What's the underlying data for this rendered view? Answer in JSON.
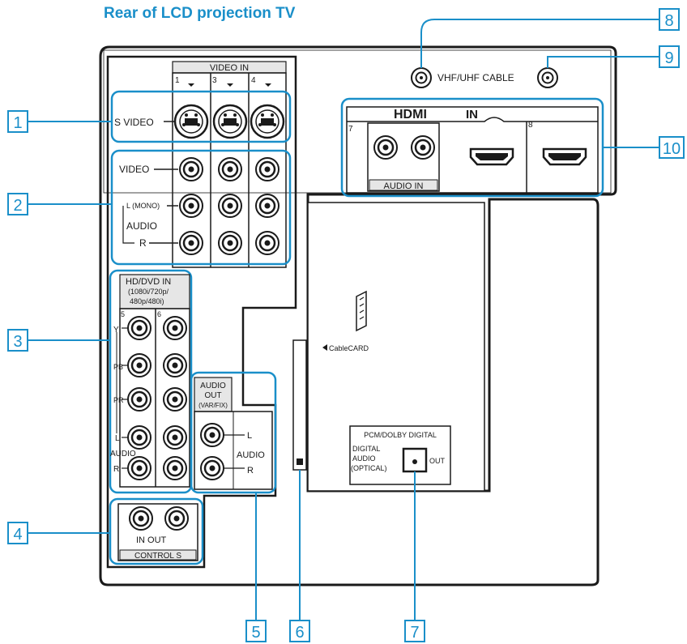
{
  "title": "Rear of LCD projection TV",
  "callouts": [
    "1",
    "2",
    "3",
    "4",
    "5",
    "6",
    "7",
    "8",
    "9",
    "10"
  ],
  "labels": {
    "video_in": "VIDEO IN",
    "video_in_1": "1",
    "video_in_3": "3",
    "video_in_4": "4",
    "s_video": "S VIDEO",
    "video": "VIDEO",
    "l_mono": "L (MONO)",
    "audio": "AUDIO",
    "r": "R",
    "vhf_uhf": "VHF/UHF CABLE",
    "hdmi": "HDMI",
    "in": "IN",
    "hdmi_7": "7",
    "hdmi_8": "8",
    "audio_in": "AUDIO IN",
    "hd_dvd_in": "HD/DVD IN",
    "hd_dvd_formats_1": "(1080i/720p/",
    "hd_dvd_formats_2": "480p/480i)",
    "hd_5": "5",
    "hd_6": "6",
    "y": "Y",
    "pb": "PB",
    "pr": "PR",
    "l": "L",
    "audio_out_1": "AUDIO",
    "audio_out_2": "OUT",
    "audio_out_3": "(VAR/FIX)",
    "in_out": "IN  OUT",
    "control_s": "CONTROL S",
    "cablecard": "CableCARD",
    "pcm_dolby": "PCM/DOLBY DIGITAL",
    "digital": "DIGITAL",
    "audio_opt": "AUDIO",
    "optical": "(OPTICAL)",
    "out": "OUT"
  },
  "colors": {
    "accent": "#1a8fc9",
    "ink": "#1a1a1a",
    "tag_fill": "#e6e6e6"
  }
}
